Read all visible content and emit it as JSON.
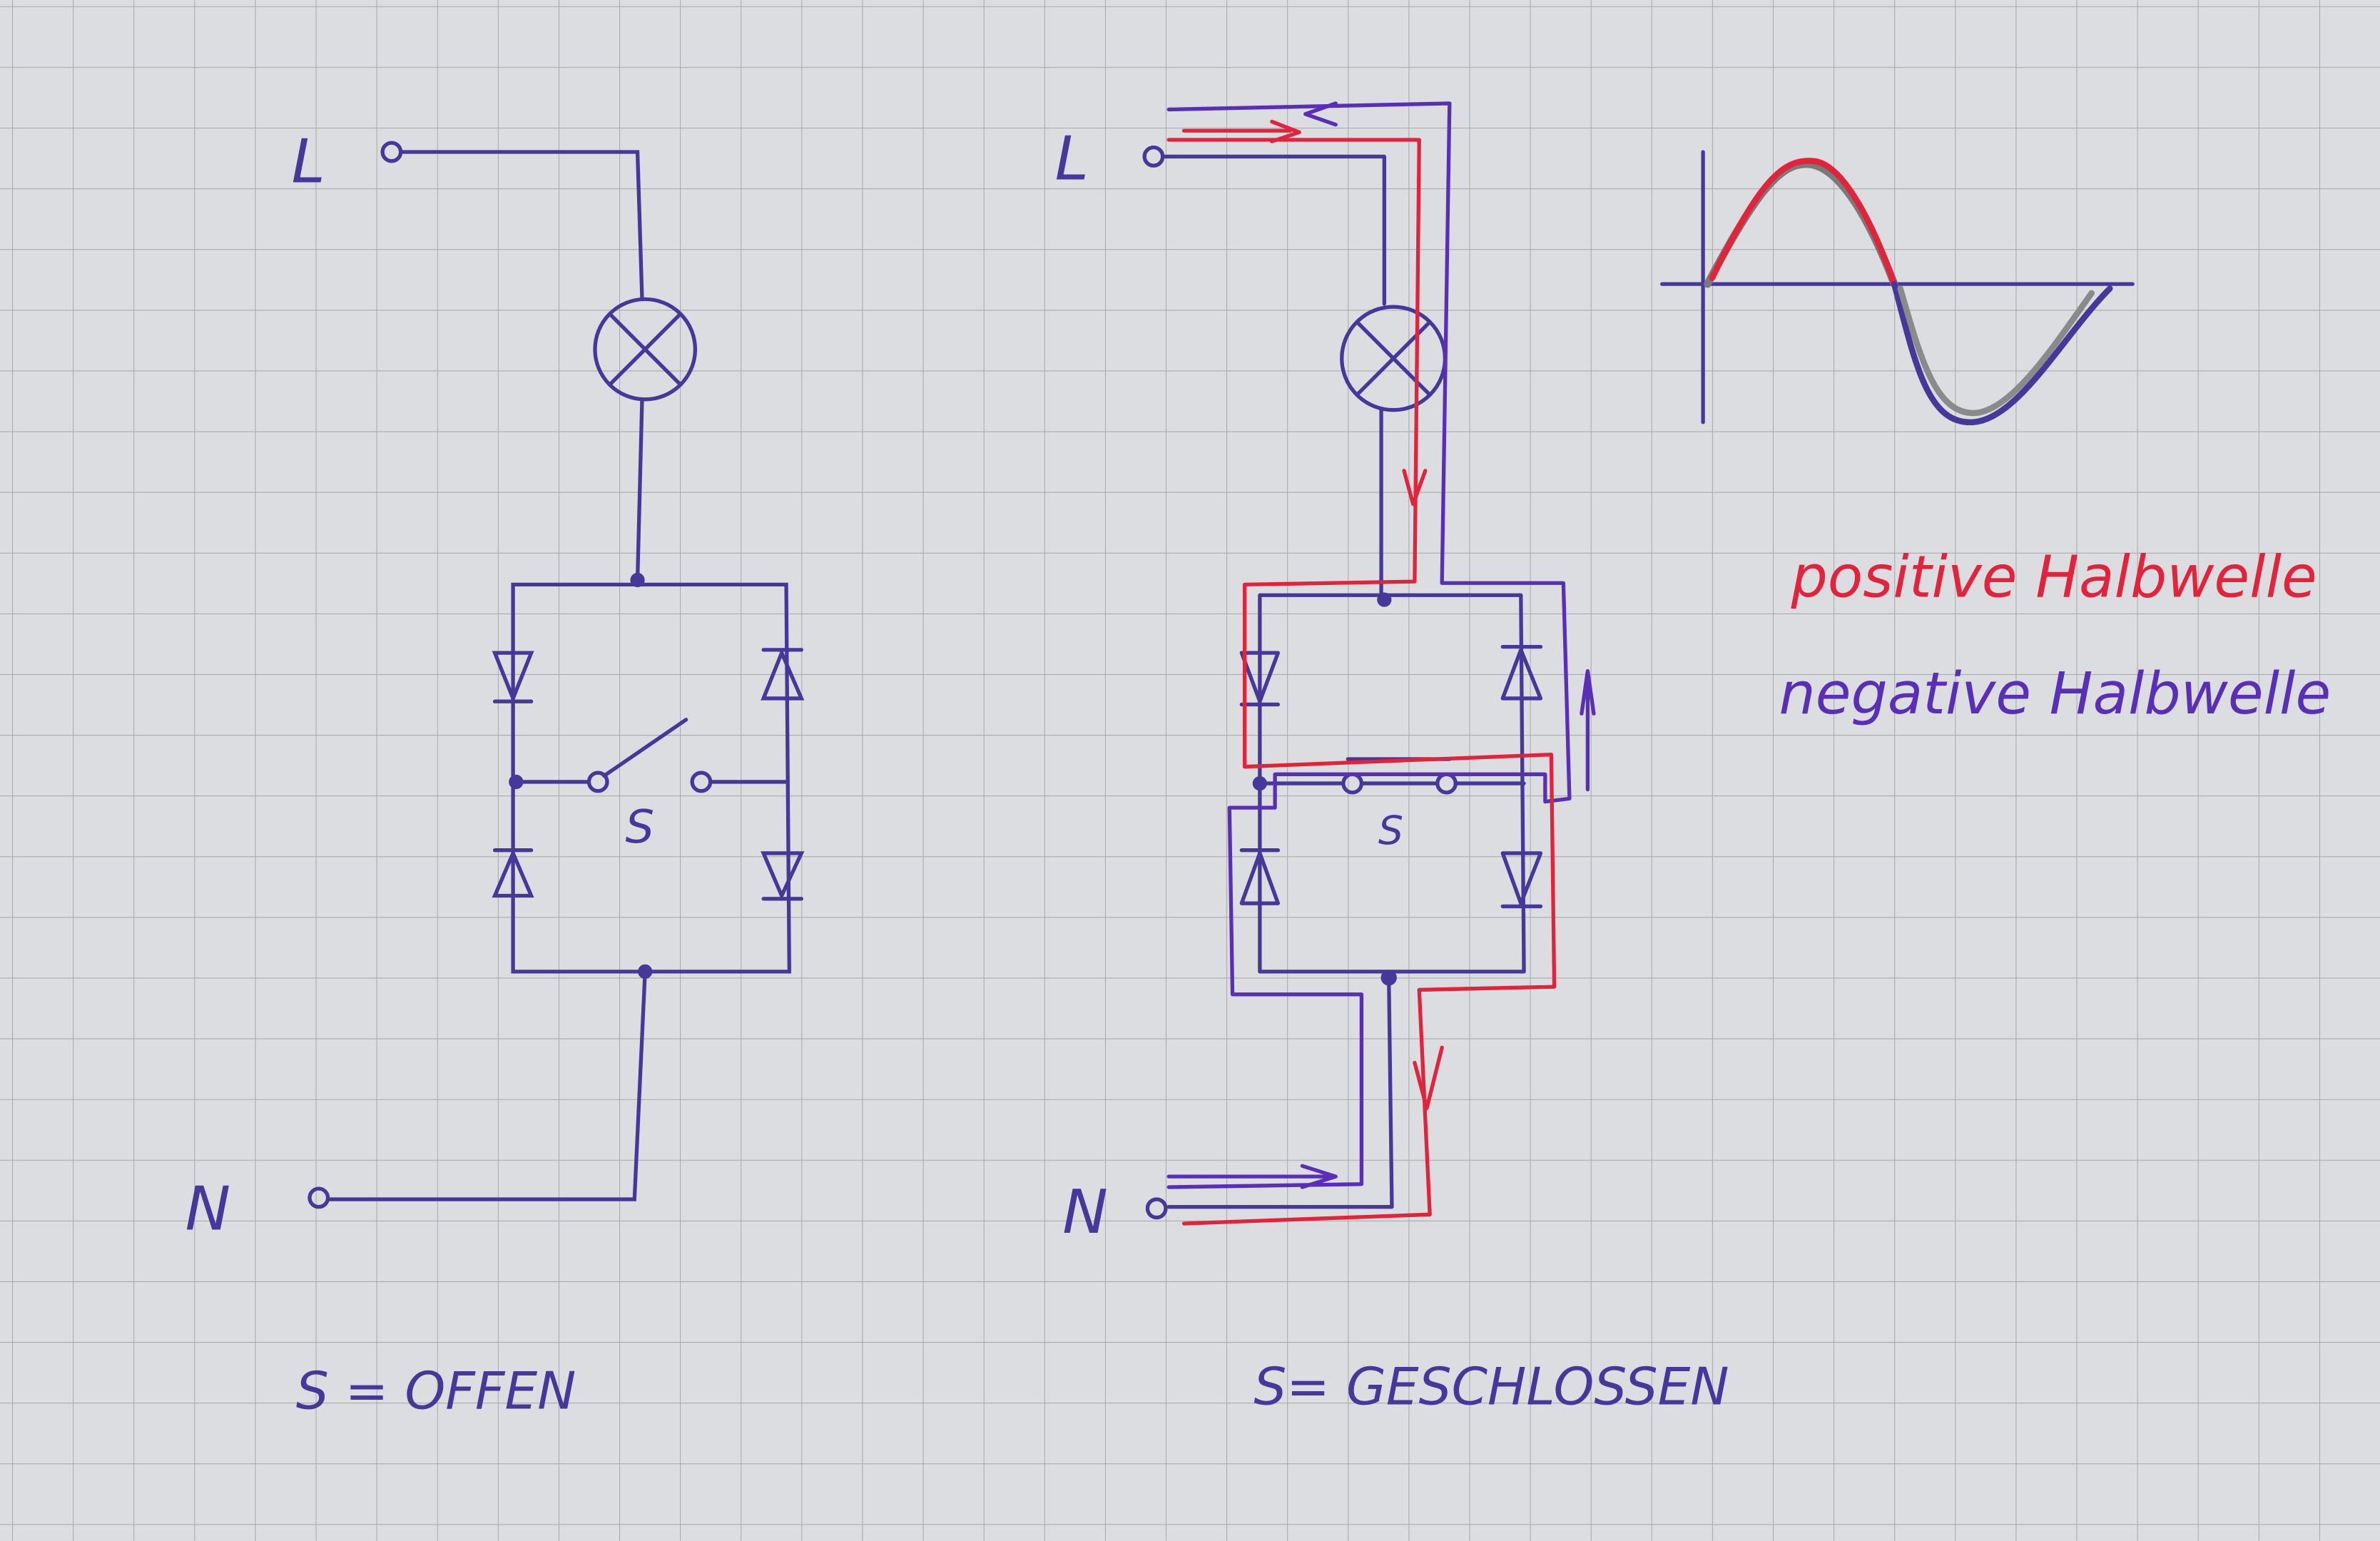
{
  "colors": {
    "paper": "#dcdde0",
    "grid": "#a9aba9",
    "ink_blue": "#46389a",
    "ink_red": "#e2233c",
    "ink_gray": "#7a7a7a"
  },
  "left_circuit": {
    "terminal_L": "L",
    "terminal_N": "N",
    "switch_label": "S",
    "caption": "S = OFFEN"
  },
  "right_circuit": {
    "terminal_L": "L",
    "terminal_N": "N",
    "switch_label": "S",
    "caption": "S= GESCHLOSSEN"
  },
  "legend": {
    "positive": "positive Halbwelle",
    "negative": "negative Halbwelle"
  }
}
